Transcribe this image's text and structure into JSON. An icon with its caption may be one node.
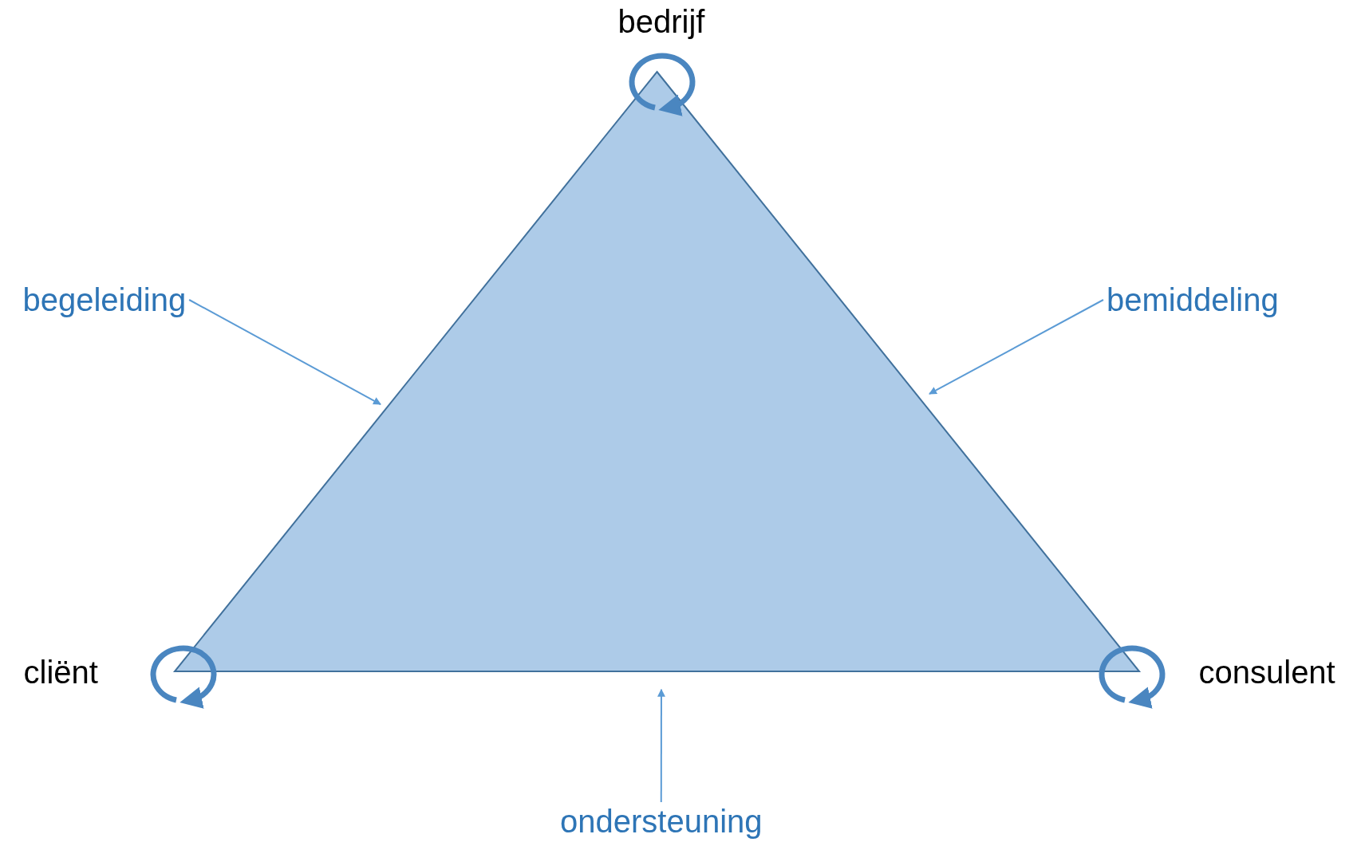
{
  "diagram": {
    "nodes": [
      {
        "text": [],
        "shape": "triangle"
      },
      {
        "text": [
          "begeleiding"
        ]
      },
      {
        "text": [
          "bemiddeling"
        ]
      },
      {
        "text": [
          "ondersteuning"
        ]
      }
    ],
    "edges": [
      {
        "from": 1,
        "to": 0,
        "arrow": "to"
      },
      {
        "from": 2,
        "to": 0,
        "arrow": "to"
      },
      {
        "from": 3,
        "to": 0,
        "arrow": "to"
      }
    ],
    "labels": [
      "bedrijf",
      "cliënt",
      "consulent"
    ]
  }
}
